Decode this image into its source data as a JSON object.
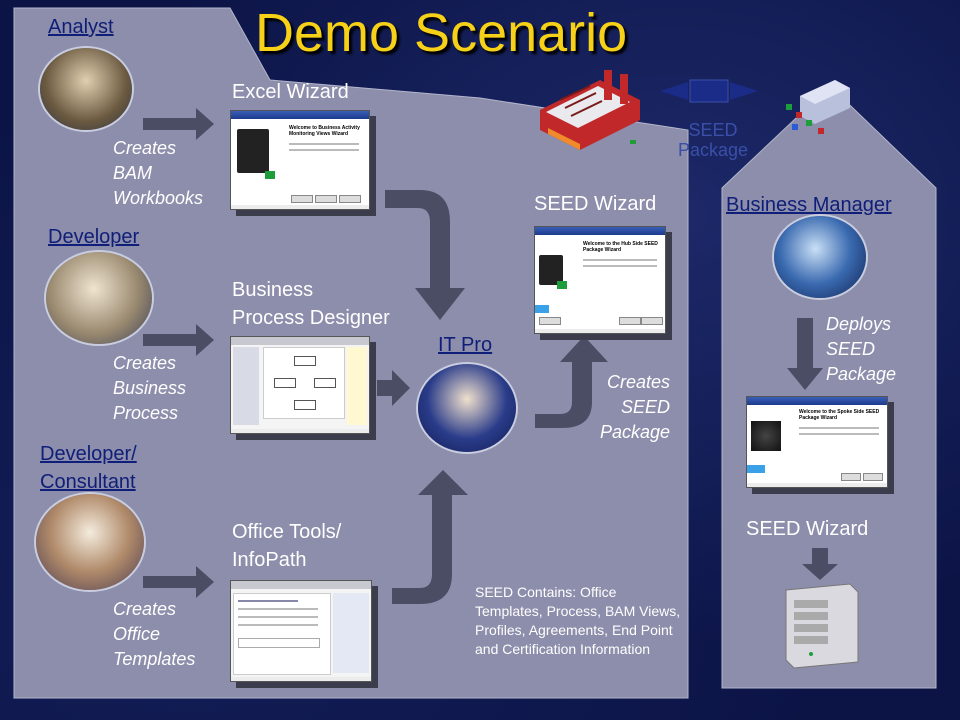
{
  "title": "Demo Scenario",
  "roles": {
    "analyst": "Analyst",
    "developer": "Developer",
    "consultant_line1": "Developer/",
    "consultant_line2": "Consultant",
    "it_pro": "IT Pro",
    "business_manager": "Business Manager"
  },
  "tools": {
    "excel_wizard": "Excel Wizard",
    "bpd_line1": "Business",
    "bpd_line2": "Process Designer",
    "office_line1": "Office Tools/",
    "office_line2": "InfoPath",
    "seed_wizard_top": "SEED Wizard",
    "seed_wizard_bottom": "SEED Wizard"
  },
  "actions": {
    "analyst": [
      "Creates",
      "BAM",
      "Workbooks"
    ],
    "developer": [
      "Creates",
      "Business",
      "Process"
    ],
    "consultant": [
      "Creates",
      "Office",
      "Templates"
    ],
    "itpro": [
      "Creates",
      "SEED",
      "Package"
    ],
    "manager": [
      "Deploys",
      "SEED",
      "Package"
    ]
  },
  "seed_package_label": [
    "SEED",
    "Package"
  ],
  "seed_contains": "SEED Contains: Office Templates, Process, BAM Views, Profiles, Agreements, End Point and Certification Information",
  "screens": {
    "excel": "Welcome to Business Activity Monitoring Views Wizard",
    "hub": "Welcome to the Hub Side SEED Package Wizard",
    "spoke": "Welcome to the Spoke Side SEED Package Wizard"
  },
  "colors": {
    "title": "#f7d117",
    "panel": "#8c8eab",
    "background": "#0c1446",
    "role_link": "#0f1e78",
    "arrow": "#4a4d63"
  }
}
